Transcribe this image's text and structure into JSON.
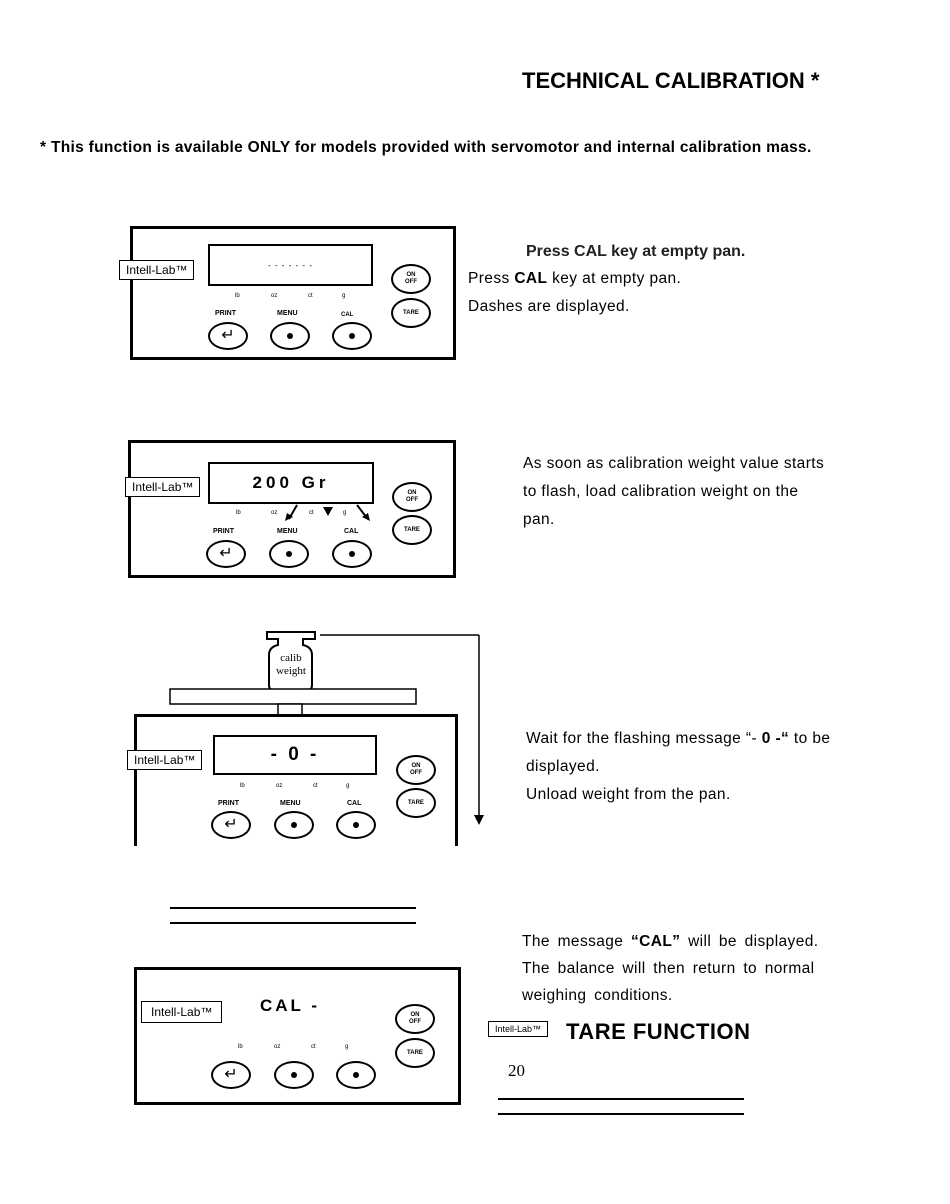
{
  "page": {
    "title": "TECHNICAL CALIBRATION *",
    "footnote": "* This function is available ONLY for models provided with servomotor and internal calibration mass.",
    "page_number": "20"
  },
  "step1": {
    "heading": "Press CAL key at empty pan.",
    "line1_pre": "Press ",
    "line1_bold": "CAL",
    "line1_post": " key at empty pan.",
    "line2": "Dashes are displayed.",
    "display": "- - - - - - -",
    "label": "Intell-Lab™"
  },
  "step2": {
    "lines": [
      "As soon as calibration weight value starts",
      "to flash, load calibration weight on the",
      "pan."
    ],
    "display": "200 Gr",
    "label": "Intell-Lab™"
  },
  "step3": {
    "line1_pre": "Wait for the flashing message “- ",
    "line1_bold": "0 -“",
    "line1_post": " to be",
    "line2": "displayed.",
    "line3": "Unload weight from the pan.",
    "display": "- 0 -",
    "label": "Intell-Lab™",
    "weight_line1": "calib",
    "weight_line2": "weight"
  },
  "step4": {
    "line1_pre": "The message ",
    "line1_bold": "“CAL”",
    "line1_post": " will be displayed.",
    "line2": "The balance will then return to normal",
    "line3": "weighing conditions.",
    "display": "CAL -",
    "label": "Intell-Lab™"
  },
  "tare": {
    "heading": "TARE FUNCTION",
    "label": "Intell-Lab™"
  },
  "panel_labels": {
    "units": [
      "lb",
      "oz",
      "ct",
      "g"
    ],
    "print": "PRINT",
    "menu": "MENU",
    "cal": "CAL",
    "on_off_1": "ON",
    "on_off_2": "OFF",
    "tare_key": "TARE"
  }
}
